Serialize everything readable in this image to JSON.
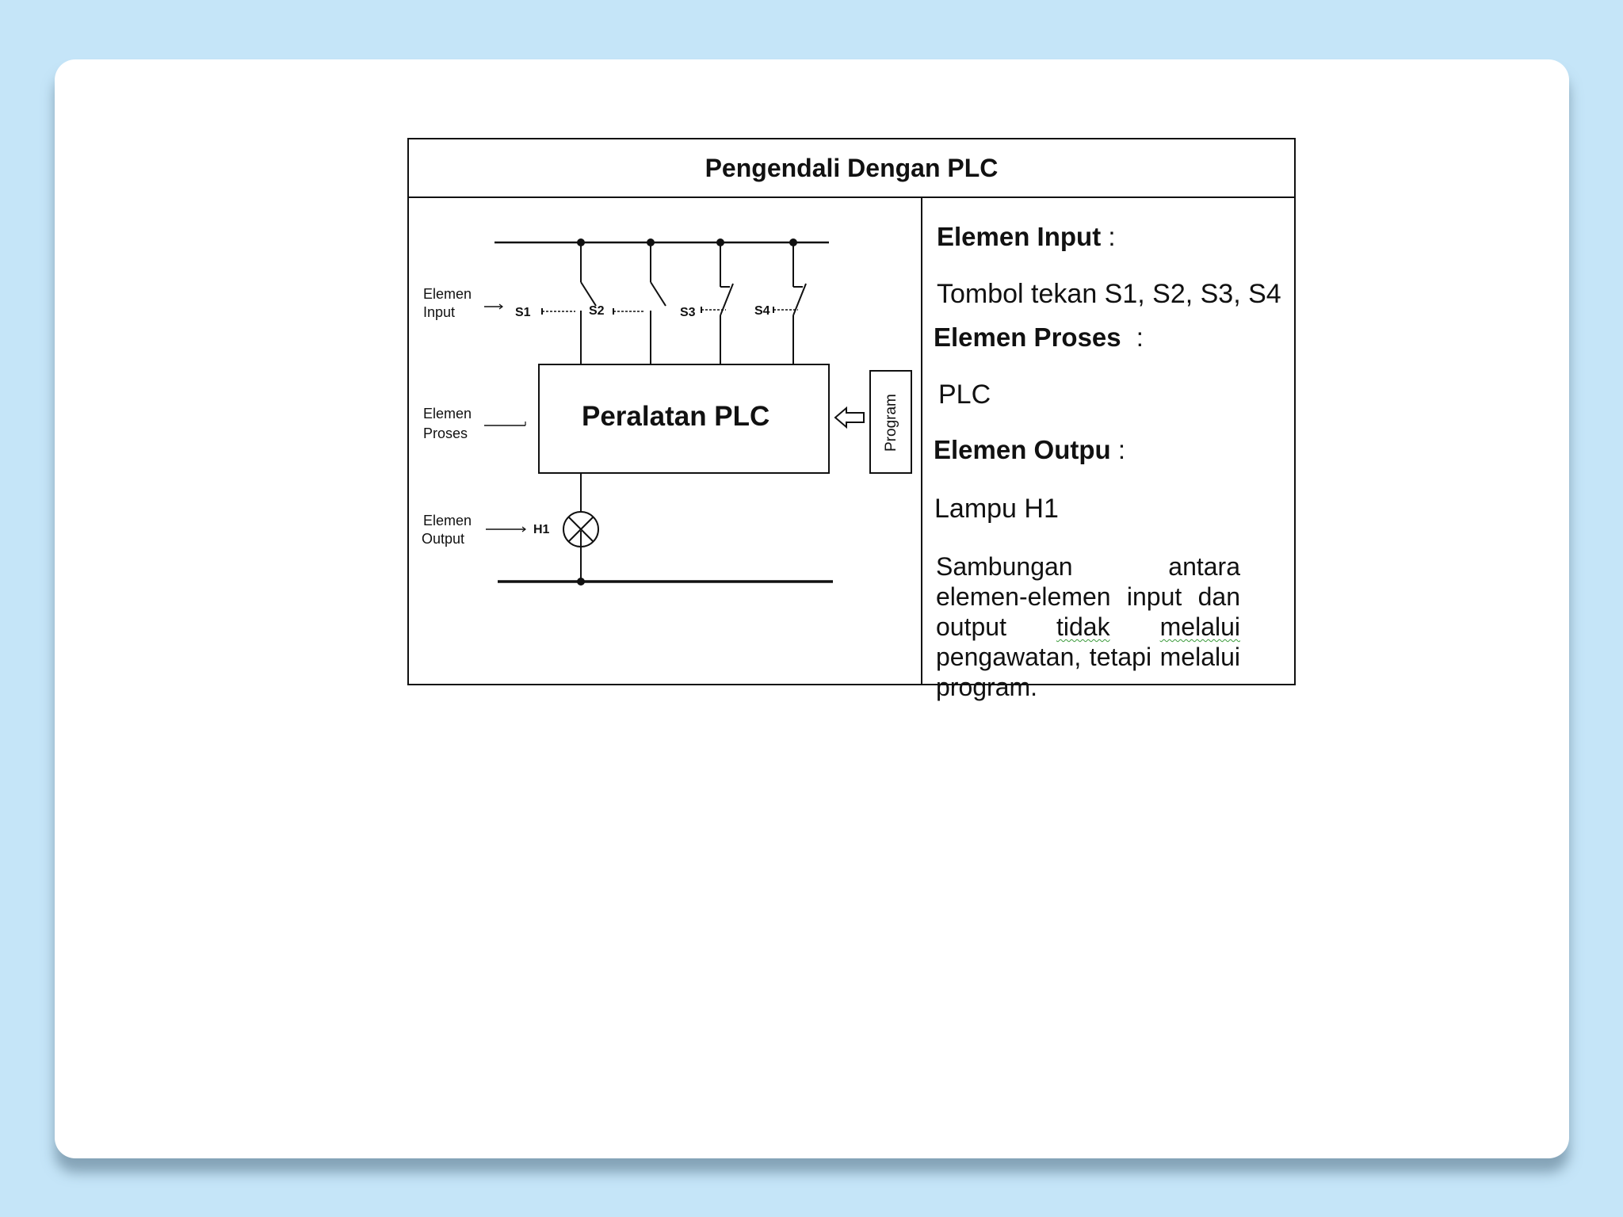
{
  "document": {
    "title": "Pengendali Dengan PLC",
    "diagram": {
      "row_labels": [
        [
          "Elemen",
          "Input"
        ],
        [
          "Elemen",
          "Proses"
        ],
        [
          "Elemen",
          "Output"
        ]
      ],
      "switches": [
        "S1",
        "S2",
        "S3",
        "S4"
      ],
      "plc_box_label": "Peralatan PLC",
      "program_label": "Program",
      "lamp_label": "H1"
    },
    "description": {
      "input_heading": "Elemen Input",
      "input_value": "Tombol tekan S1, S2, S3, S4",
      "process_heading": "Elemen Proses",
      "process_value": "PLC",
      "output_heading": "Elemen Outpu",
      "output_value": "Lampu H1",
      "heading_separator": ":",
      "paragraph": {
        "part1": "Sambungan antara elemen-elemen input dan output ",
        "word_tidak": "tidak",
        "space": " ",
        "word_melalui": "melalui",
        "part2": " pengawatan, tetapi melalui program."
      }
    }
  }
}
